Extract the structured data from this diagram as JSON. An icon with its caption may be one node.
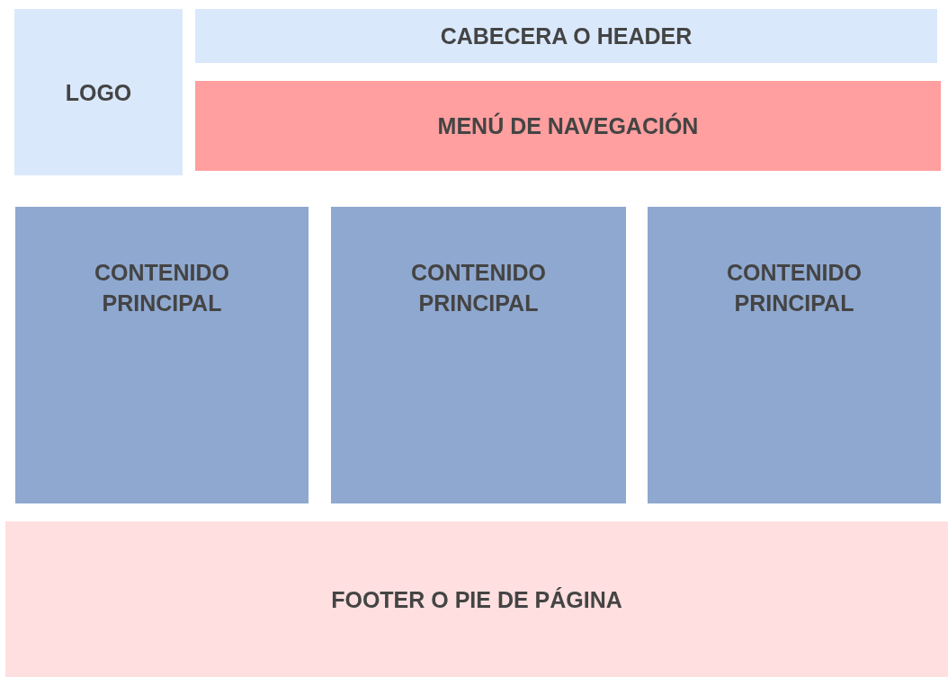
{
  "diagram": {
    "nodes": [
      {
        "text": [
          "LOGO"
        ]
      },
      {
        "text": [
          "CABECERA O HEADER"
        ]
      },
      {
        "text": [
          "MENÚ DE NAVEGACIÓN"
        ]
      },
      {
        "text": [
          "CONTENIDO PRINCIPAL"
        ]
      },
      {
        "text": [
          "CONTENIDO PRINCIPAL"
        ]
      },
      {
        "text": [
          "CONTENIDO PRINCIPAL"
        ]
      },
      {
        "text": [
          "FOOTER O PIE DE PÁGINA"
        ]
      }
    ]
  }
}
